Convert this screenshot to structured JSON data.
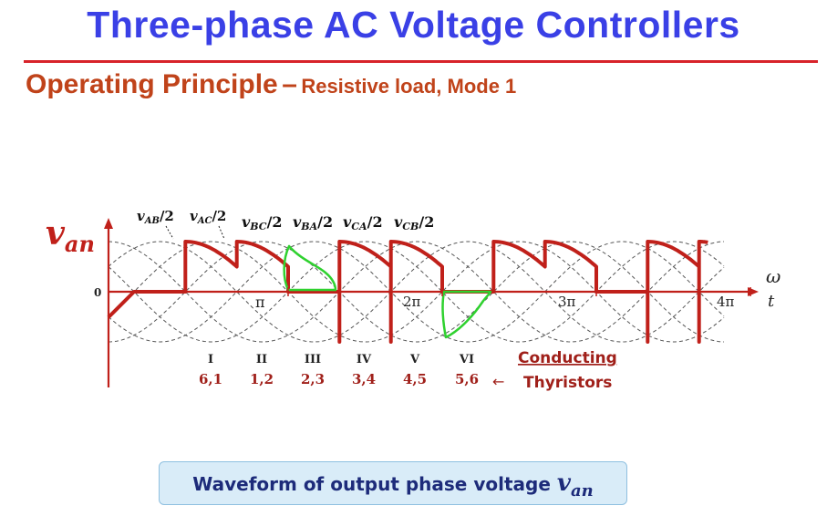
{
  "header": {
    "title": "Three-phase AC Voltage Controllers",
    "subtitle_main": "Operating Principle",
    "subtitle_sep": "–",
    "subtitle_rest": "Resistive load, Mode 1"
  },
  "diagram": {
    "y_axis_symbol": "v",
    "y_axis_subscript": "an",
    "zero_label": "0",
    "x_axis_omega": "ω",
    "x_axis_t": "t",
    "tick_labels": [
      "π",
      "2π",
      "3π",
      "4π"
    ],
    "line_voltage_labels": [
      {
        "v": "v",
        "sub": "AB",
        "suffix": "/2"
      },
      {
        "v": "v",
        "sub": "AC",
        "suffix": "/2"
      },
      {
        "v": "v",
        "sub": "BC",
        "suffix": "/2"
      },
      {
        "v": "v",
        "sub": "BA",
        "suffix": "/2"
      },
      {
        "v": "v",
        "sub": "CA",
        "suffix": "/2"
      },
      {
        "v": "v",
        "sub": "CB",
        "suffix": "/2"
      }
    ],
    "intervals": [
      "I",
      "II",
      "III",
      "IV",
      "V",
      "VI"
    ],
    "thyristor_pairs": [
      "6,1",
      "1,2",
      "2,3",
      "3,4",
      "4,5",
      "5,6"
    ],
    "conducting_label_1": "Conducting",
    "conducting_label_2": "Thyristors",
    "arrow_glyph": "←"
  },
  "caption": {
    "text": "Waveform of output phase voltage ",
    "symbol": "v",
    "subscript": "an"
  },
  "colors": {
    "title": "#3a40e6",
    "rule": "#d8232a",
    "subtitle": "#c0431a",
    "waveform": "#c0201a",
    "highlight": "#2fd12f",
    "label_red": "#a0201a"
  }
}
